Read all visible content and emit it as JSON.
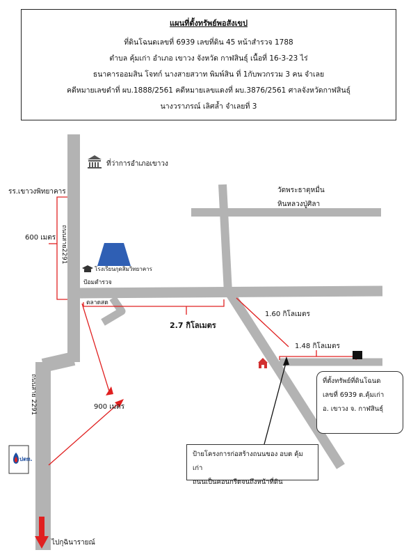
{
  "header": {
    "title": "แผนที่ตั้งทรัพย์พอสังเขป",
    "line1": "ที่ดินโฉนดเลขที่ 6939 เลขที่ดิน 45 หน้าสำรวจ 1788",
    "line2": "ตำบล คุ้มเก่า อำเภอ เขาวง จังหวัด กาฬสินธุ์ เนื้อที่ 16-3-23 ไร่",
    "line3": "ธนาคารออมสิน โจทก์ นางสายสวาท พิมพ์สิน ที่ 1กับพวกรวม 3 คน จำเลย",
    "line4": "คดีหมายเลขดำที่ ผบ.1888/2561 คดีหมายเลขแดงที่ ผบ.3876/2561 ศาลจังหวัดกาฬสินธุ์",
    "line5": "นางวราภรณ์ เลิศล้ำ จำเลยที่ 3"
  },
  "map": {
    "district_office": "ที่ว่าการอำเภอเขาวง",
    "school_khaowong": "รร.เขาวงพิทยาคาร",
    "dist_600": "600 เมตร",
    "road_2291_upper": "ถนนสาย2291",
    "road_2291_lower": "ถนนสาย 2291",
    "school_kudsim": "โรงเรียนกุดสิมวิทยาคาร",
    "police_box": "ป้อมตำรวจ",
    "market": "ตลาดสด",
    "dist_2_7": "2.7 กิโลเมตร",
    "temple": "วัดพระธาตุหมื่น",
    "temple_line2": "หินหลวงปู่ศิลา",
    "dist_1_60": "1.60 กิโลเมตร",
    "dist_1_48": "1.48 กิโลเมตร",
    "dist_900": "900 เมตร",
    "callout_property": [
      "ที่ตั้งทรัพย์ที่ดินโฉนด",
      "เลขที่ 6939 ต.คุ้มเก่า",
      "อ. เขาวง จ. กาฬสินธุ์"
    ],
    "callout_sign": [
      "ป้ายโครงการก่อสร้างถนนของ อบต คุ้มเก่า",
      "ถนนเป็นคอนกรีตจนถึงหน้าที่ดิน"
    ],
    "ptt_logo": "ปตท.",
    "to_kuchinarai": "ไปกุฉินารายณ์",
    "colors": {
      "road": "#b3b3b3",
      "red": "#e02020",
      "property": "#111111"
    }
  }
}
